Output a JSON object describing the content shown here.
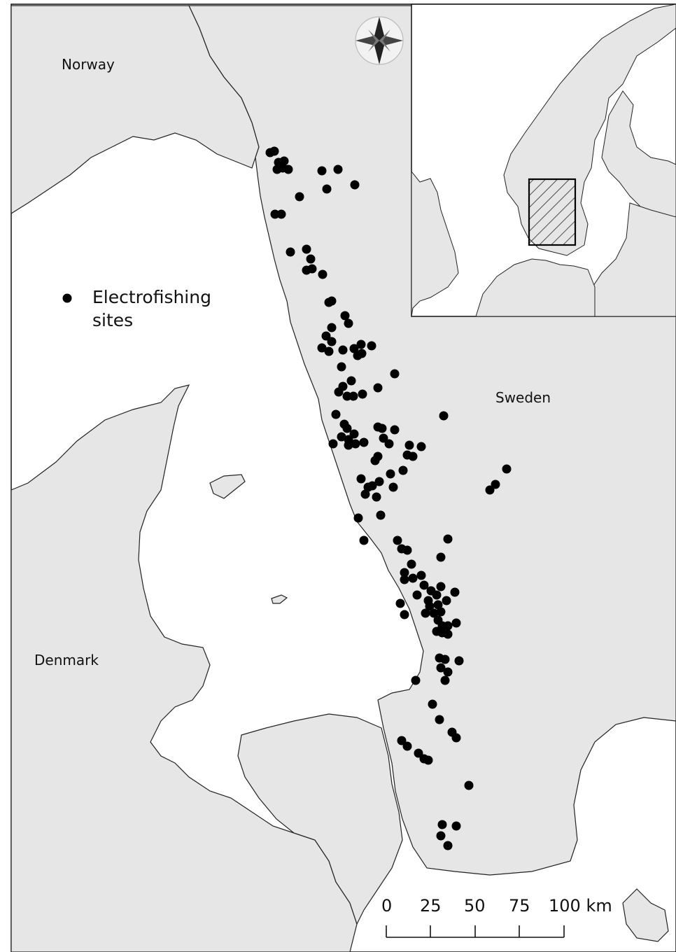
{
  "labels": {
    "norway": "Norway",
    "sweden": "Sweden",
    "denmark": "Denmark"
  },
  "legend": {
    "line1": "Electrofishing",
    "line2": "sites"
  },
  "scale_bar": {
    "ticks": [
      "0",
      "25",
      "50",
      "75",
      "100 km"
    ]
  },
  "colors": {
    "land": "#e6e6e6",
    "water": "#ffffff",
    "coast": "#222222",
    "site": "#000000"
  },
  "icons": {
    "north_arrow": "compass-rose-icon",
    "site_marker": "filled-circle"
  }
}
